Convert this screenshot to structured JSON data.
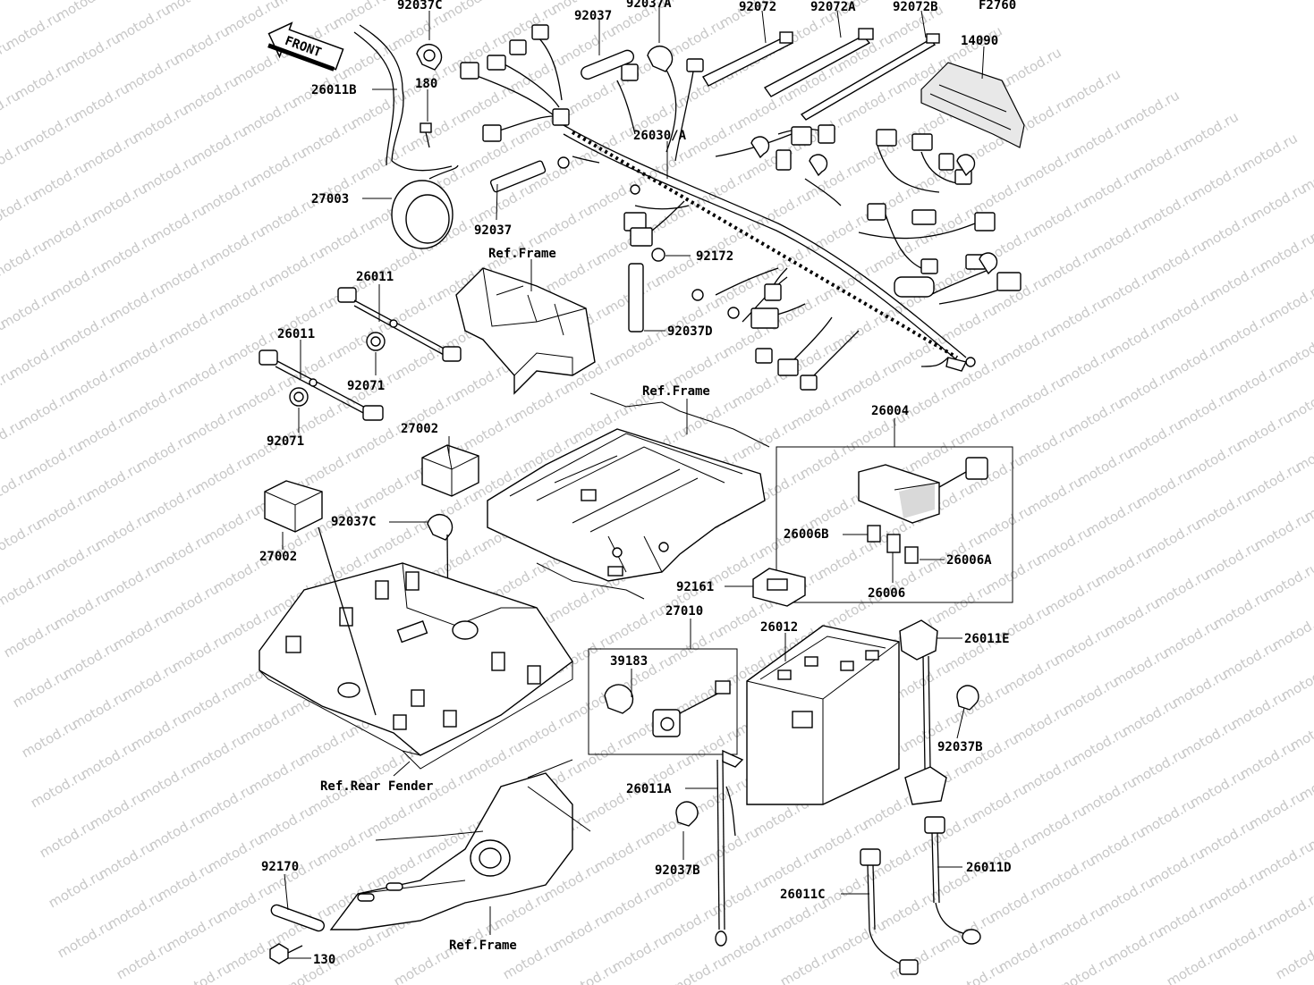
{
  "diagram": {
    "figure_code": "F2760",
    "watermark": "motod.ru",
    "front_label": "FRONT",
    "part_labels": [
      "92037C",
      "92037",
      "92037A",
      "92072",
      "92072A",
      "92072B",
      "14090",
      "26011B",
      "180",
      "26030/A",
      "27003",
      "92037",
      "Ref.Frame",
      "92172",
      "26011",
      "92037D",
      "26011",
      "92071",
      "92071",
      "Ref.Frame",
      "26004",
      "27002",
      "92037C",
      "27002",
      "26006B",
      "26006A",
      "26006",
      "92161",
      "27010",
      "26012",
      "26011E",
      "39183",
      "92037B",
      "Ref.Rear Fender",
      "26011A",
      "92037B",
      "92170",
      "26011D",
      "26011C",
      "130",
      "Ref.Frame"
    ]
  }
}
